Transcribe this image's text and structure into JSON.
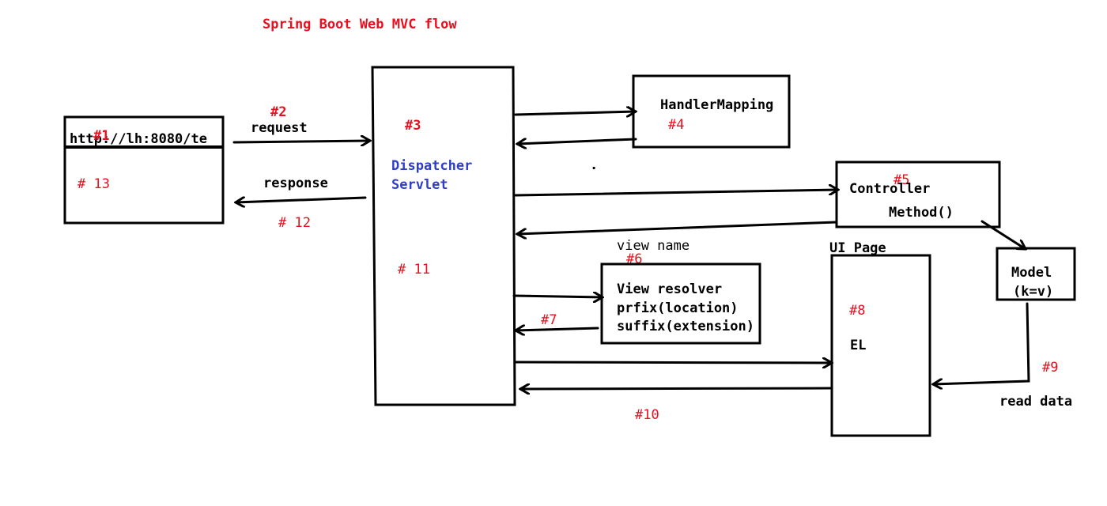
{
  "title": "Spring Boot Web MVC flow",
  "colors": {
    "accent_red": "#e8101f",
    "dispatcher_blue": "#2f3ec8",
    "line": "#000000"
  },
  "browser": {
    "url": "http://lh:8080/te",
    "step_label": "#1",
    "step_render": "# 13"
  },
  "request": {
    "step": "#2",
    "label": "request"
  },
  "response": {
    "label": "response",
    "step": "# 12"
  },
  "dispatcher": {
    "step": "#3",
    "line1": "Dispatcher",
    "line2": "Servlet",
    "step_render": "# 11"
  },
  "handler_mapping": {
    "label": "HandlerMapping",
    "step": "#4"
  },
  "controller": {
    "step": "#5",
    "line1": "Controller",
    "line2": "Method()"
  },
  "view_name": {
    "label": "view name",
    "step": "#6"
  },
  "view_resolver": {
    "line1": "View resolver",
    "line2": "prfix(location)",
    "line3": "suffix(extension)",
    "step": "#7"
  },
  "model": {
    "line1": "Model",
    "line2": "(k=v)"
  },
  "ui_page": {
    "title": "UI Page",
    "step": "#8",
    "content": "EL"
  },
  "read_data": {
    "step": "#9",
    "label": "read data"
  },
  "return_step": "#10",
  "stray_dot": "."
}
